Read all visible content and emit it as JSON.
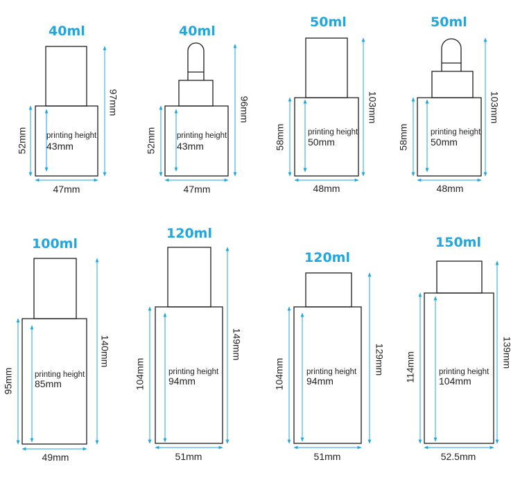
{
  "colors": {
    "accent": "#1ea7e1",
    "outline": "#1b1b1b",
    "text": "#222222"
  },
  "bottles": [
    {
      "volume": "40ml",
      "cap": "square",
      "height": "97mm",
      "body_height": "52mm",
      "width": "47mm",
      "printing_label": "printing height",
      "printing_height": "43mm"
    },
    {
      "volume": "40ml",
      "cap": "dropper",
      "height": "96mm",
      "body_height": "52mm",
      "width": "47mm",
      "printing_label": "printing height",
      "printing_height": "43mm"
    },
    {
      "volume": "50ml",
      "cap": "square",
      "height": "103mm",
      "body_height": "58mm",
      "width": "48mm",
      "printing_label": "printing height",
      "printing_height": "50mm"
    },
    {
      "volume": "50ml",
      "cap": "dropper",
      "height": "103mm",
      "body_height": "58mm",
      "width": "48mm",
      "printing_label": "printing height",
      "printing_height": "50mm"
    },
    {
      "volume": "100ml",
      "cap": "square",
      "height": "140mm",
      "body_height": "95mm",
      "width": "49mm",
      "printing_label": "printing height",
      "printing_height": "85mm"
    },
    {
      "volume": "120ml",
      "cap": "square",
      "height": "149mm",
      "body_height": "104mm",
      "width": "51mm",
      "printing_label": "printing height",
      "printing_height": "94mm"
    },
    {
      "volume": "120ml",
      "cap": "square",
      "height": "129mm",
      "body_height": "104mm",
      "width": "51mm",
      "printing_label": "printing height",
      "printing_height": "94mm"
    },
    {
      "volume": "150ml",
      "cap": "square",
      "height": "139mm",
      "body_height": "114mm",
      "width": "52.5mm",
      "printing_label": "printing height",
      "printing_height": "104mm"
    }
  ]
}
